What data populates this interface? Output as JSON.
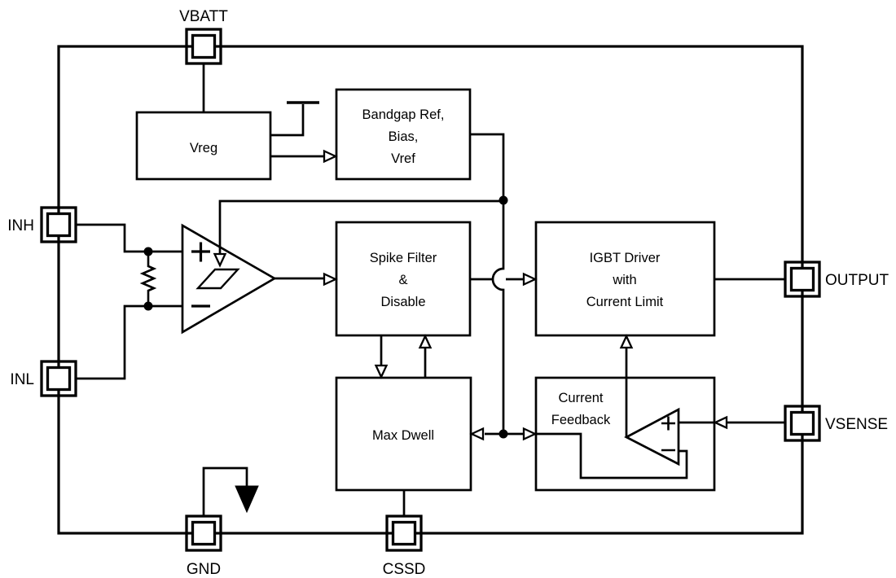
{
  "diagram_type": "ic-functional-block-diagram",
  "colors": {
    "line": "#000000",
    "background": "#ffffff",
    "text": "#000000"
  },
  "pins": {
    "vbatt": {
      "label": "VBATT"
    },
    "inh": {
      "label": "INH"
    },
    "inl": {
      "label": "INL"
    },
    "gnd": {
      "label": "GND"
    },
    "cssd": {
      "label": "CSSD"
    },
    "output": {
      "label": "OUTPUT"
    },
    "vsense": {
      "label": "VSENSE"
    }
  },
  "blocks": {
    "vreg": {
      "lines": [
        "Vreg"
      ]
    },
    "bandgap": {
      "lines": [
        "Bandgap Ref,",
        "Bias,",
        "Vref"
      ]
    },
    "spike_filter": {
      "lines": [
        "Spike Filter",
        "&",
        "Disable"
      ]
    },
    "igbt_driver": {
      "lines": [
        "IGBT Driver",
        "with",
        "Current Limit"
      ]
    },
    "max_dwell": {
      "lines": [
        "Max Dwell"
      ]
    },
    "current_feedback": {
      "lines": [
        "Current",
        "Feedback"
      ]
    }
  },
  "symbols": {
    "comparator": {
      "type": "hysteresis-comparator",
      "plus": "+",
      "minus": "−"
    },
    "opamp": {
      "type": "opamp-left-facing",
      "plus": "+",
      "minus": "−"
    },
    "resistor": "input-resistor",
    "ground": "ground-arrow",
    "vreg_tap": "bypass-terminal"
  }
}
